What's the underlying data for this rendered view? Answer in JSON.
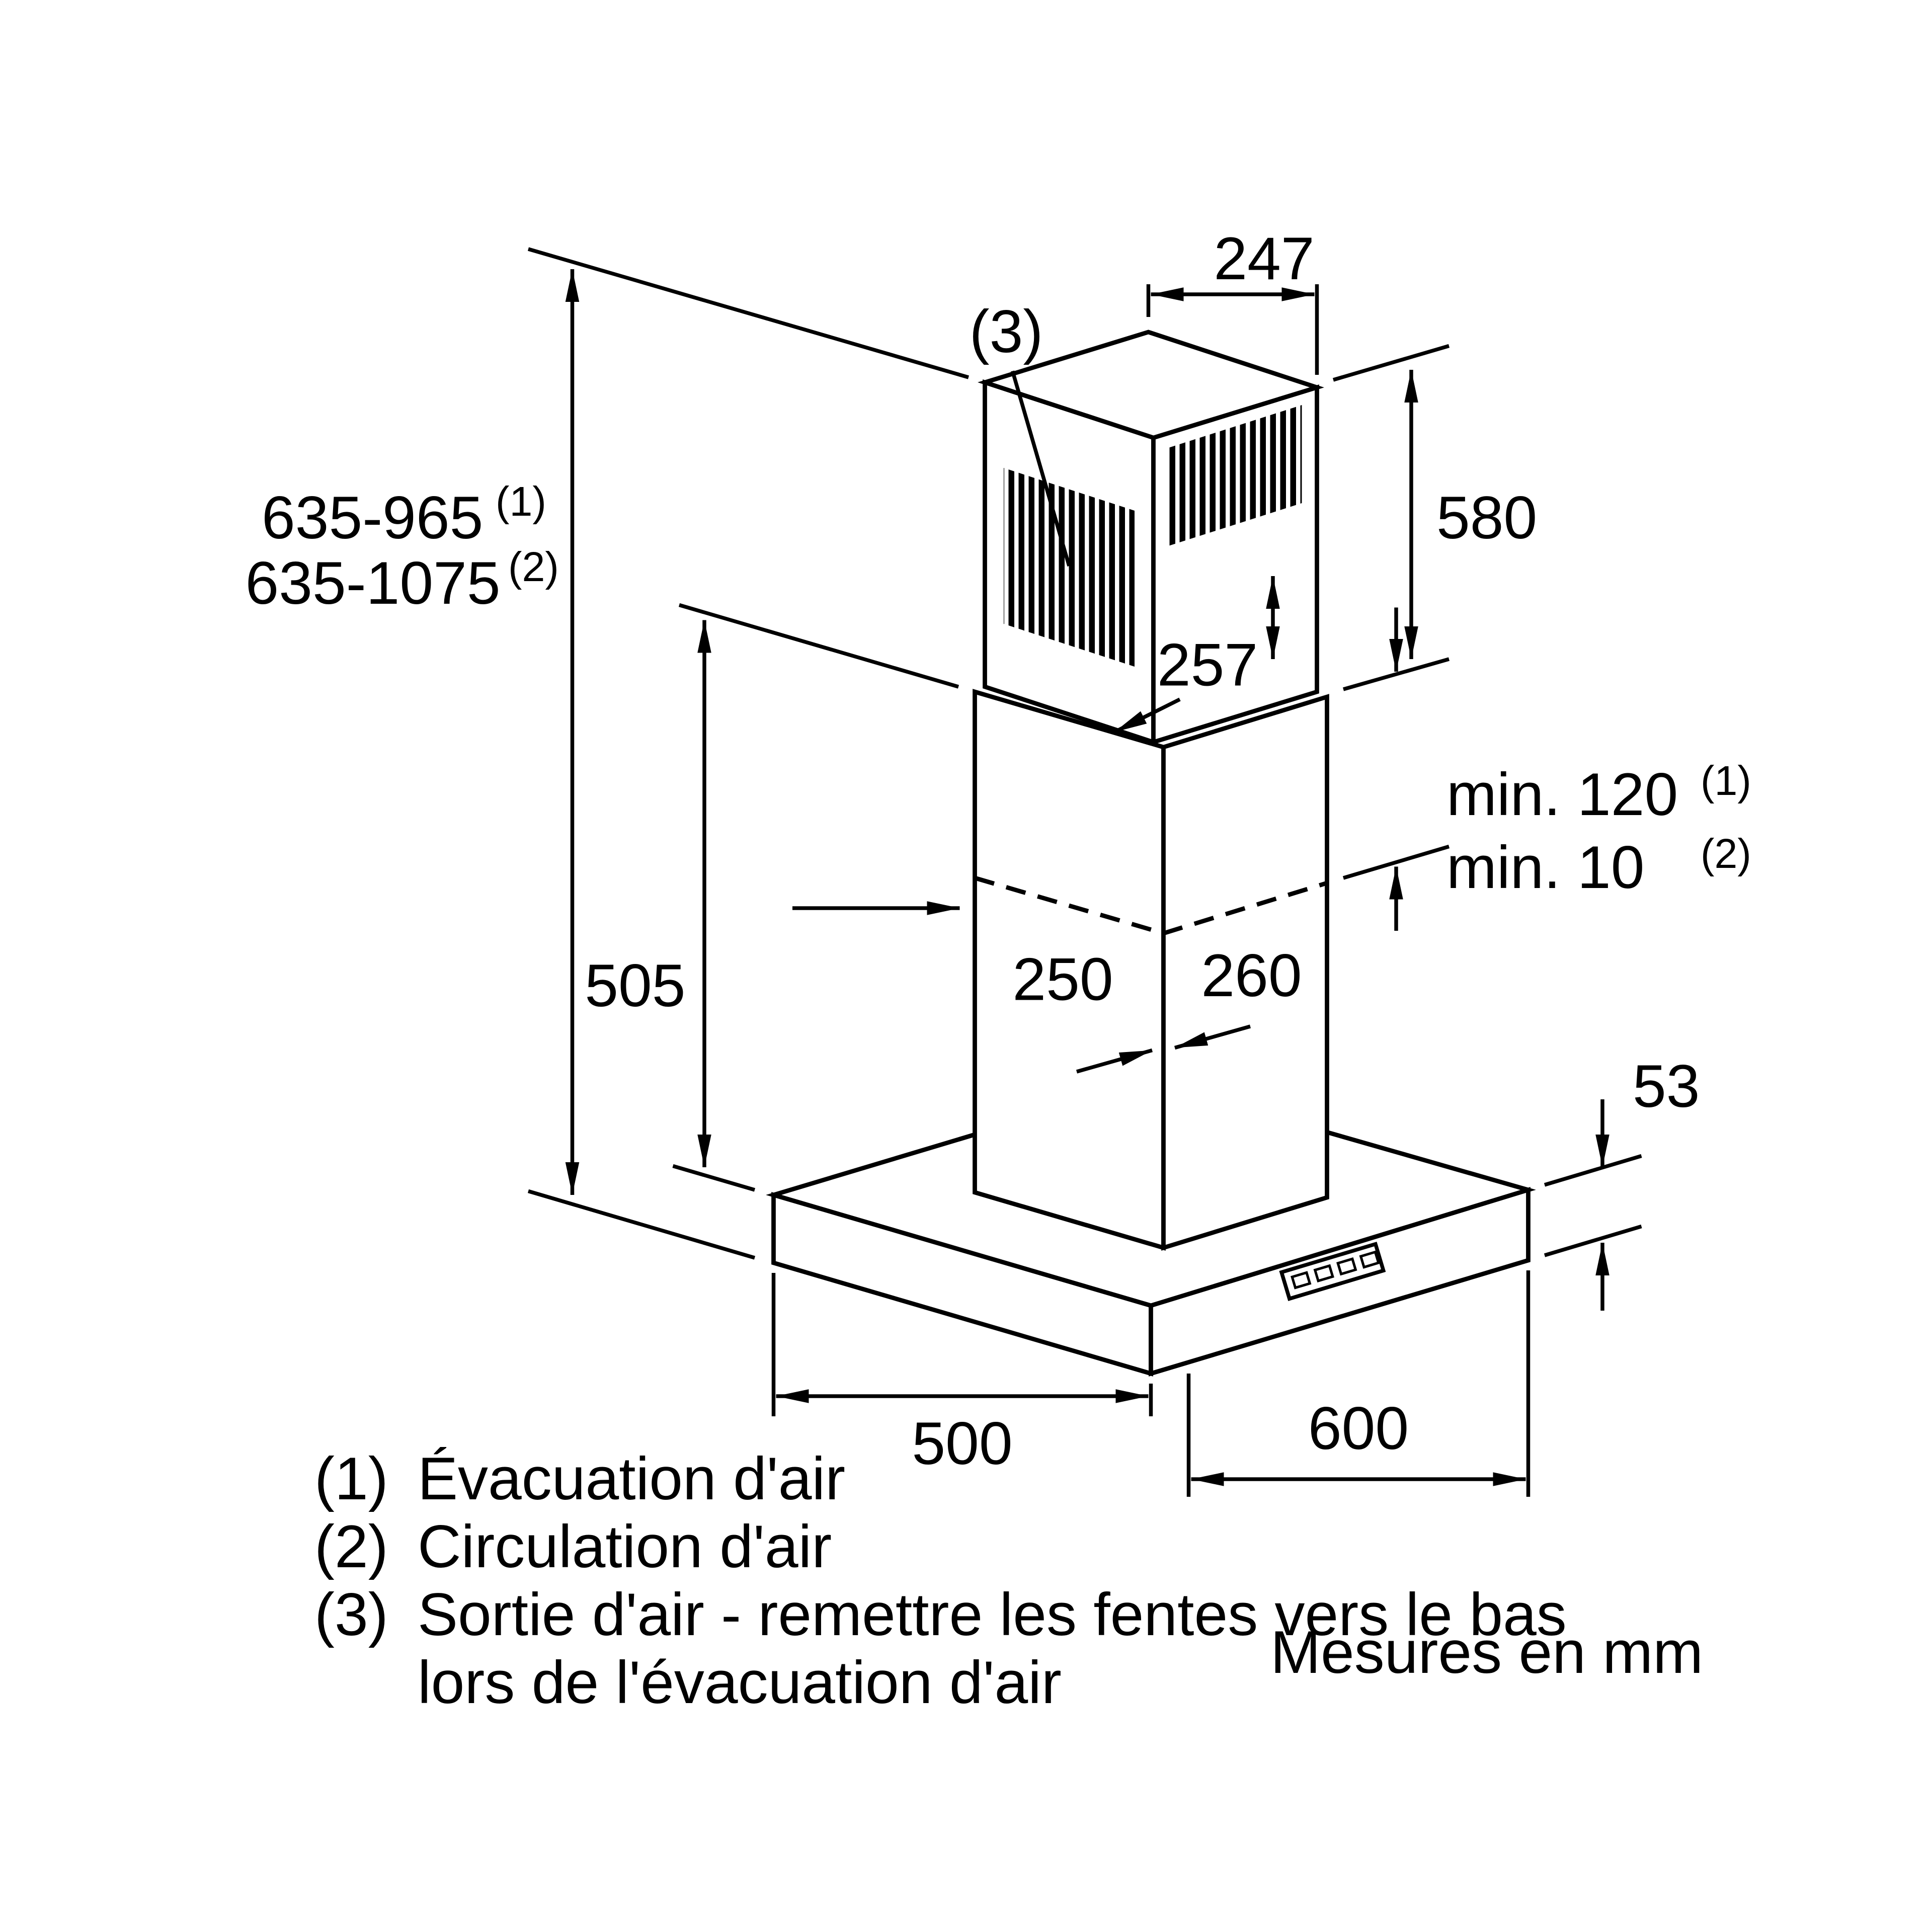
{
  "diagram": {
    "title": "Hotte cheminée murale - schéma d'encombrement",
    "dimensions": {
      "top_width": "247",
      "upper_section_height": "580",
      "upper_section_depth": "257",
      "overall_height_exhaust": "635-965",
      "overall_height_exhaust_sup": "(1)",
      "overall_height_recirc": "635-1075",
      "overall_height_recirc_sup": "(2)",
      "min_overlap_exhaust": "min. 120",
      "min_overlap_exhaust_sup": "(1)",
      "min_overlap_recirc": "min. 10",
      "min_overlap_recirc_sup": "(2)",
      "lower_section_height": "505",
      "chimney_depth": "250",
      "chimney_width": "260",
      "body_height": "53",
      "body_depth": "500",
      "body_width": "600"
    },
    "callouts": {
      "vent_ref": "(3)"
    },
    "legend": {
      "items": [
        {
          "num": "(1)",
          "text": "Évacuation d'air"
        },
        {
          "num": "(2)",
          "text": "Circulation d'air"
        },
        {
          "num": "(3)",
          "text": "Sortie d'air - remettre les fentes vers le bas"
        },
        {
          "num": "",
          "text": "lors de l'évacuation d'air"
        }
      ],
      "units_note": "Mesures en mm"
    },
    "colors": {
      "line": "#000000",
      "background": "#ffffff"
    }
  }
}
